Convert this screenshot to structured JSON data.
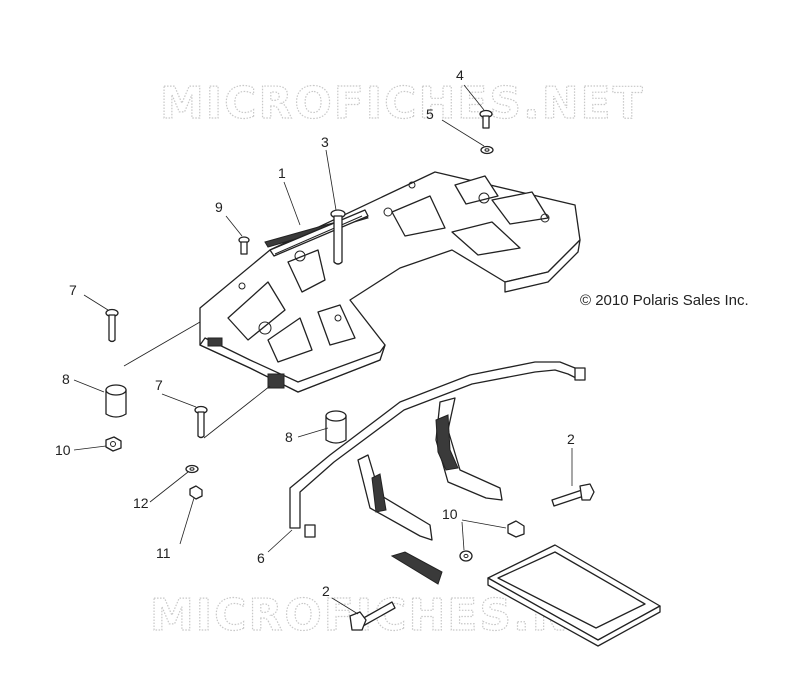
{
  "watermark": "MICROFICHES.NET",
  "copyright": "© 2010 Polaris Sales Inc.",
  "callouts": [
    "1",
    "2",
    "2",
    "3",
    "4",
    "5",
    "6",
    "7",
    "7",
    "8",
    "8",
    "9",
    "10",
    "10",
    "11",
    "12"
  ]
}
